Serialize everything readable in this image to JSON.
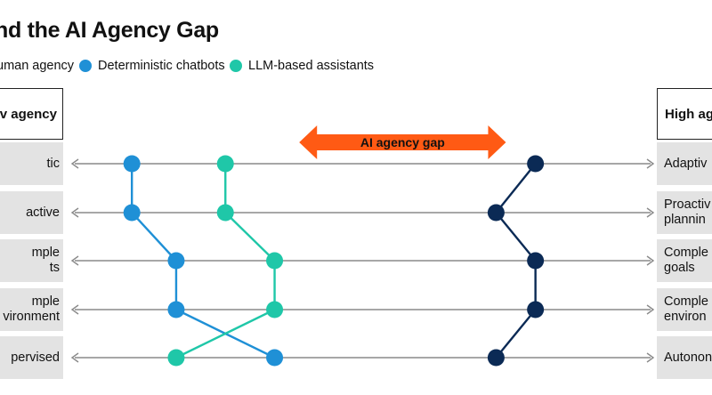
{
  "title": "nd the AI Agency Gap",
  "legend": [
    {
      "label": "uman agency",
      "color": "#0b2a55"
    },
    {
      "label": "Deterministic chatbots",
      "color": "#1f90d6"
    },
    {
      "label": "LLM-based assistants",
      "color": "#1fc7a8"
    }
  ],
  "headers": {
    "low": "v agency",
    "high": "High ag"
  },
  "gap_label": "AI agency gap",
  "colors": {
    "human": "#0b2a55",
    "deterministic": "#1f90d6",
    "llm": "#1fc7a8",
    "gap": "#ff5a14",
    "axis": "#8a8a8a",
    "label_bg": "#e3e3e3"
  },
  "chart_data": {
    "type": "line",
    "title": "nd the AI Agency Gap",
    "categories": [
      {
        "low": "tic",
        "high": "Adaptiv"
      },
      {
        "low": "active",
        "high": "Proactiv\nplannin"
      },
      {
        "low": "mple\nts",
        "high": "Comple\ngoals"
      },
      {
        "low": "mple\nvironment",
        "high": "Comple\nenviron"
      },
      {
        "low": "pervised",
        "high": "Autonon"
      }
    ],
    "xlim": [
      0,
      100
    ],
    "series": [
      {
        "name": "uman agency",
        "key": "human",
        "values": [
          88,
          80,
          88,
          88,
          80
        ]
      },
      {
        "name": "Deterministic chatbots",
        "key": "deterministic",
        "values": [
          6,
          6,
          15,
          15,
          35
        ]
      },
      {
        "name": "LLM-based assistants",
        "key": "llm",
        "values": [
          25,
          25,
          35,
          35,
          15
        ]
      }
    ],
    "gap": {
      "label": "AI agency gap",
      "from": 40,
      "to": 82
    }
  }
}
